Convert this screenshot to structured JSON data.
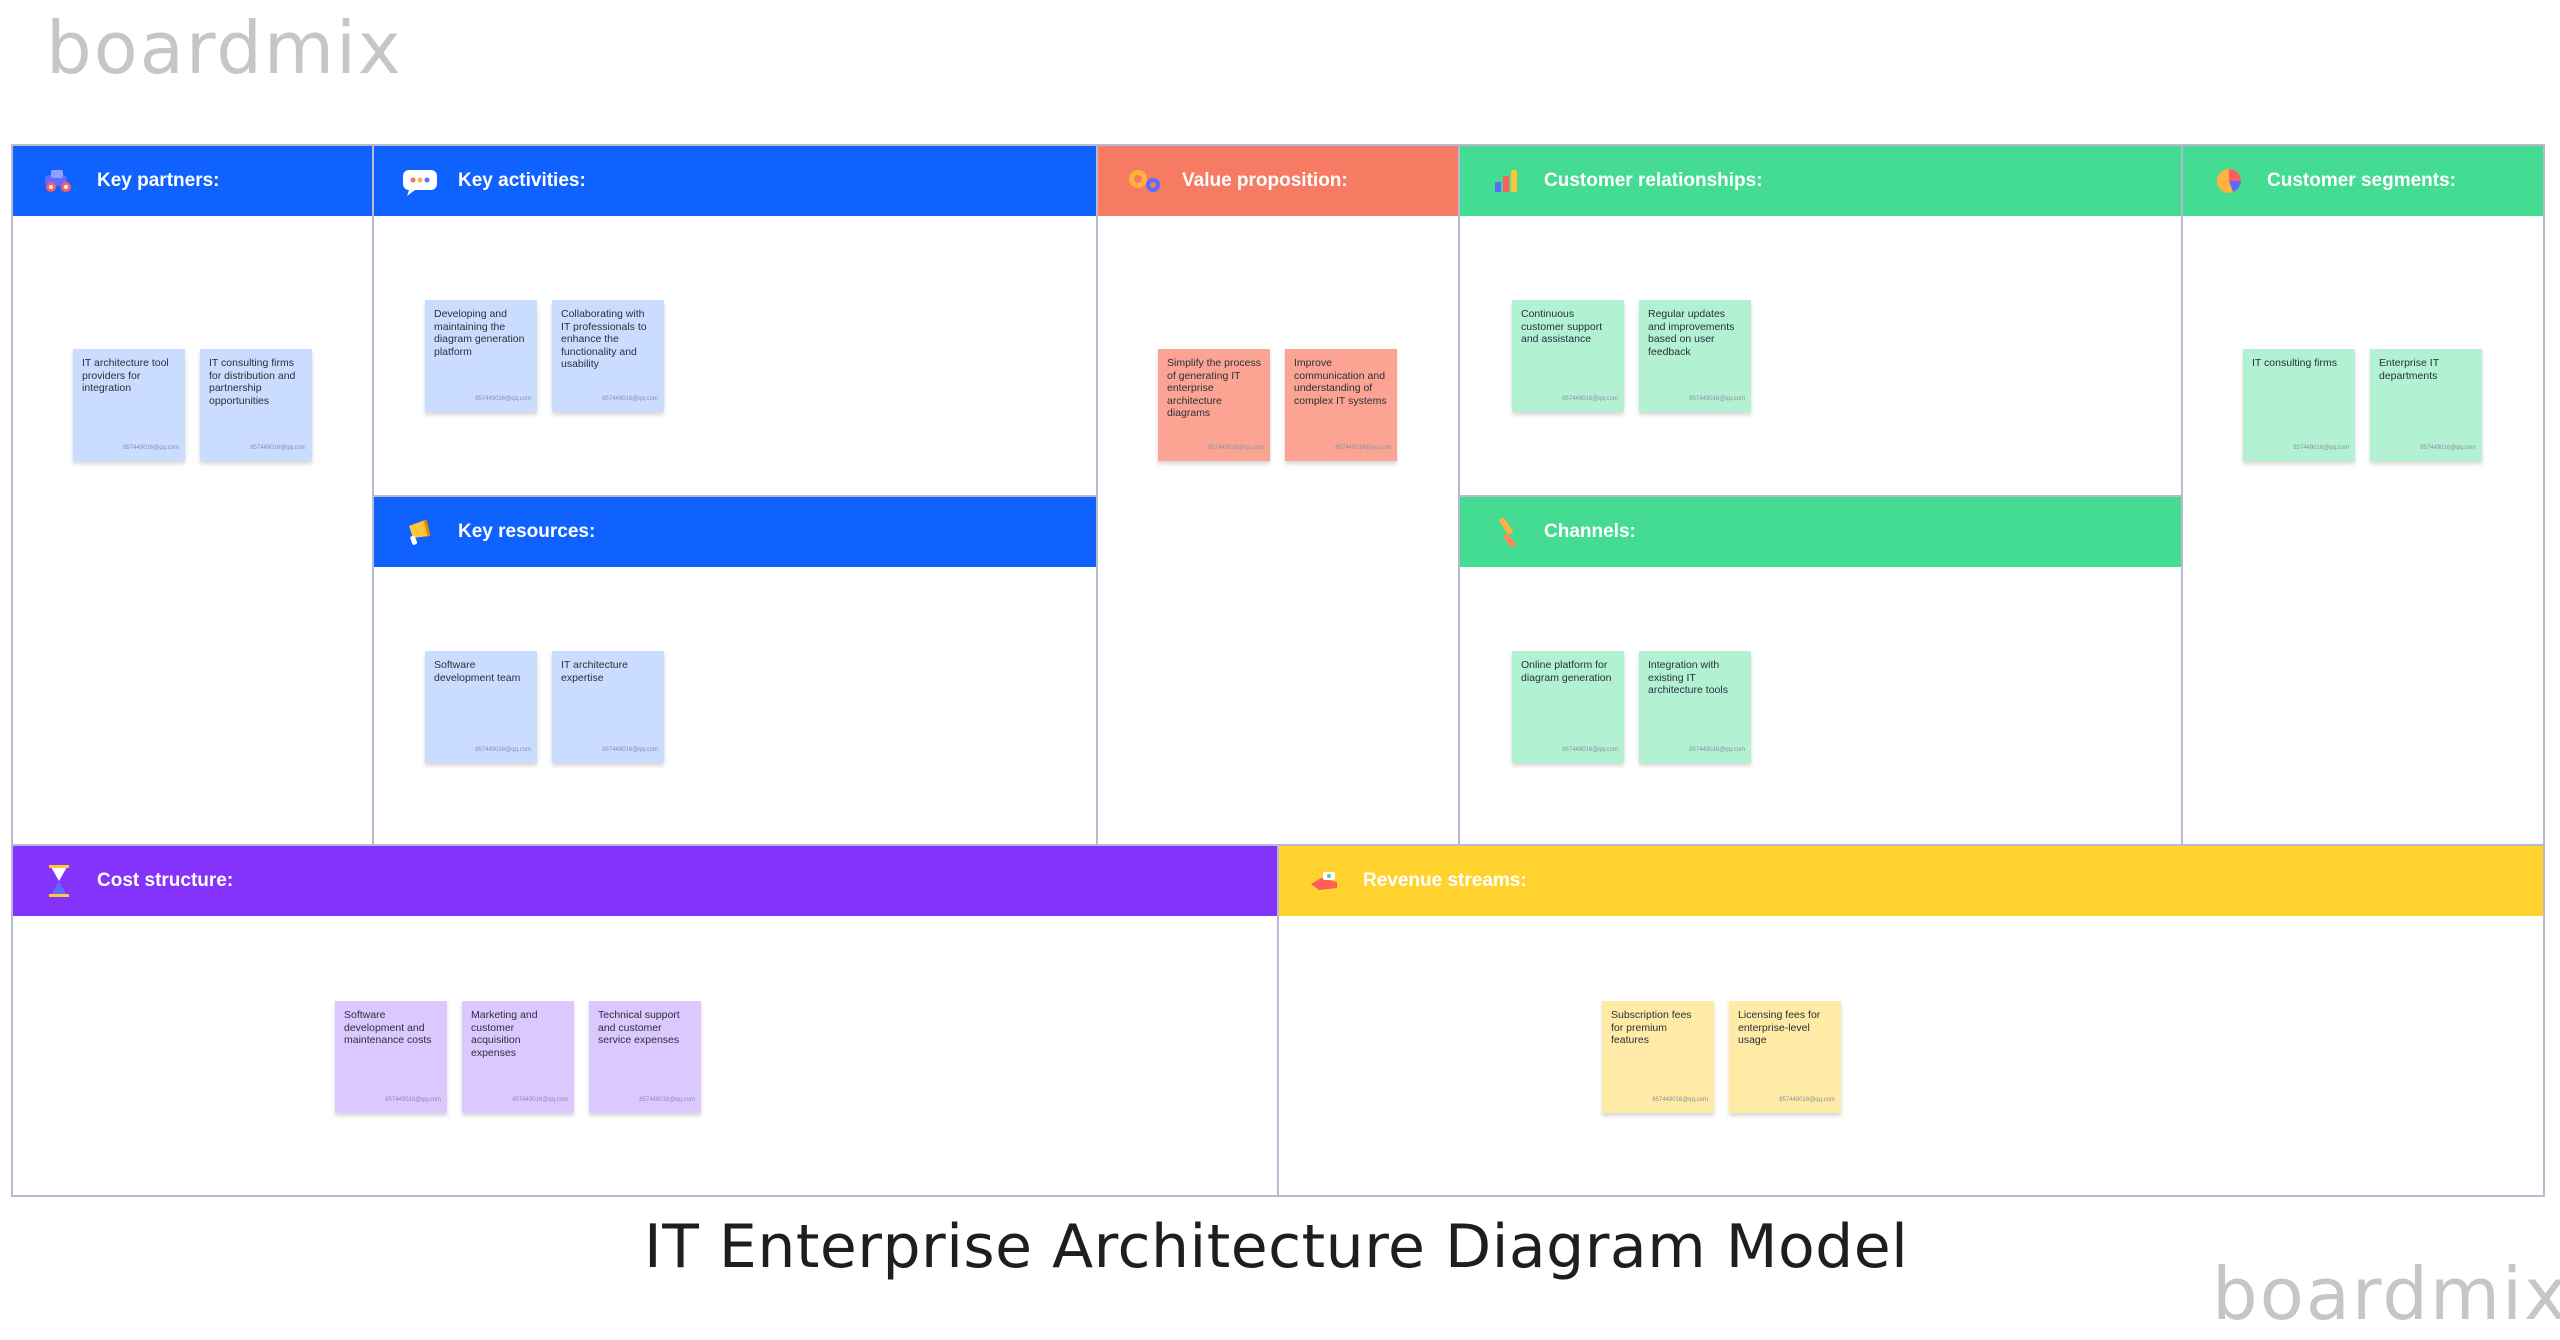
{
  "watermark": "boardmix",
  "diagram_title": "IT Enterprise Architecture Diagram Model",
  "colors": {
    "blue_header": "#0f62fe",
    "salmon_header": "#f77b62",
    "green_header": "#44db92",
    "purple_header": "#8433fb",
    "yellow_header": "#ffd22e",
    "blue_note": "#cadcff",
    "salmon_note": "#fba494",
    "green_note": "#b2f2d3",
    "purple_note": "#dbc8fe",
    "yellow_note": "#ffeba6"
  },
  "sections": {
    "key_partners": {
      "title": "Key partners:",
      "icon": "vehicle-icon",
      "notes": [
        {
          "text": "IT architecture tool providers for integration",
          "author": "857449016@qq.com"
        },
        {
          "text": "IT consulting firms for distribution and partnership opportunities",
          "author": "857449016@qq.com"
        }
      ]
    },
    "key_activities": {
      "title": "Key activities:",
      "icon": "chat-bubble-icon",
      "notes": [
        {
          "text": "Developing and maintaining the diagram generation platform",
          "author": "857449016@qq.com"
        },
        {
          "text": "Collaborating with IT professionals to enhance the functionality and usability",
          "author": "857449016@qq.com"
        }
      ]
    },
    "key_resources": {
      "title": "Key resources:",
      "icon": "megaphone-icon",
      "notes": [
        {
          "text": "Software development team",
          "author": "857449016@qq.com"
        },
        {
          "text": "IT architecture expertise",
          "author": "857449016@qq.com"
        }
      ]
    },
    "value_proposition": {
      "title": "Value proposition:",
      "icon": "gears-icon",
      "notes": [
        {
          "text": "Simplify the process of generating IT enterprise architecture diagrams",
          "author": "857449016@qq.com"
        },
        {
          "text": "Improve communication and understanding of complex IT systems",
          "author": "857449016@qq.com"
        }
      ]
    },
    "customer_relationships": {
      "title": "Customer relationships:",
      "icon": "bar-chart-icon",
      "notes": [
        {
          "text": "Continuous customer support and assistance",
          "author": "857449016@qq.com"
        },
        {
          "text": "Regular updates and improvements based on user feedback",
          "author": "857449016@qq.com"
        }
      ]
    },
    "channels": {
      "title": "Channels:",
      "icon": "brush-icon",
      "notes": [
        {
          "text": "Online platform for diagram generation",
          "author": "857449016@qq.com"
        },
        {
          "text": "Integration with existing IT architecture tools",
          "author": "857449016@qq.com"
        }
      ]
    },
    "customer_segments": {
      "title": "Customer segments:",
      "icon": "pie-chart-icon",
      "notes": [
        {
          "text": "IT consulting firms",
          "author": "857449016@qq.com"
        },
        {
          "text": "Enterprise IT departments",
          "author": "857449016@qq.com"
        }
      ]
    },
    "cost_structure": {
      "title": "Cost structure:",
      "icon": "hourglass-icon",
      "notes": [
        {
          "text": "Software development and maintenance costs",
          "author": "857449016@qq.com"
        },
        {
          "text": "Marketing and customer acquisition expenses",
          "author": "857449016@qq.com"
        },
        {
          "text": "Technical support and customer service expenses",
          "author": "857449016@qq.com"
        }
      ]
    },
    "revenue_streams": {
      "title": "Revenue streams:",
      "icon": "hand-money-icon",
      "notes": [
        {
          "text": "Subscription fees for premium features",
          "author": "857449016@qq.com"
        },
        {
          "text": "Licensing fees for enterprise-level usage",
          "author": "857449016@qq.com"
        }
      ]
    }
  }
}
